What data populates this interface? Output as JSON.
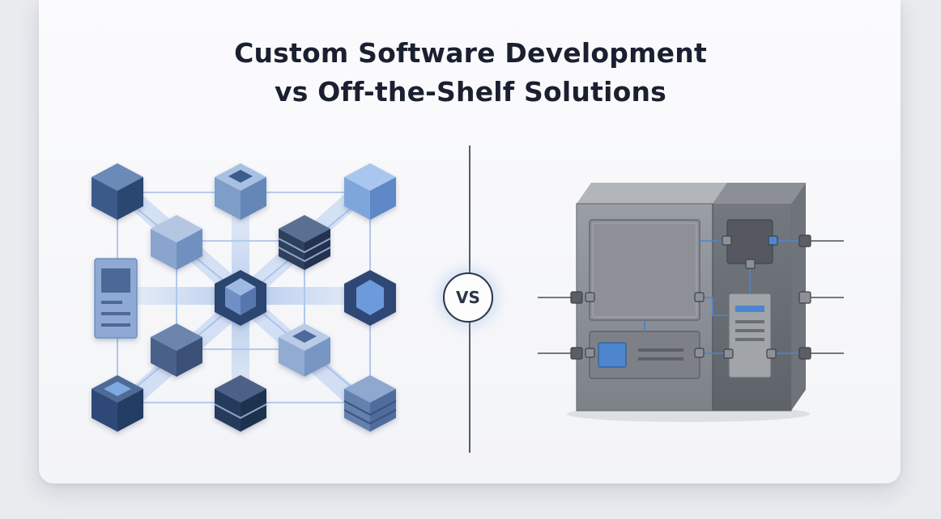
{
  "header": {
    "title_line1": "Custom Software Development",
    "title_line2": "vs Off-the-Shelf Solutions"
  },
  "divider": {
    "vs_label": "VS"
  },
  "left_diagram": {
    "subject": "modular-network",
    "node_icons": [
      "cube-icon",
      "hexagon-node-icon",
      "server-stack-icon",
      "panel-icon"
    ],
    "palette": {
      "dark": "#34496e",
      "mid": "#5f83b6",
      "light": "#8fb3dc",
      "edge": "#a9c3e8"
    }
  },
  "right_diagram": {
    "subject": "packaged-software-box",
    "palette": {
      "body": "#8a8e95",
      "dark": "#62666d",
      "accent": "#4d86cf"
    }
  }
}
